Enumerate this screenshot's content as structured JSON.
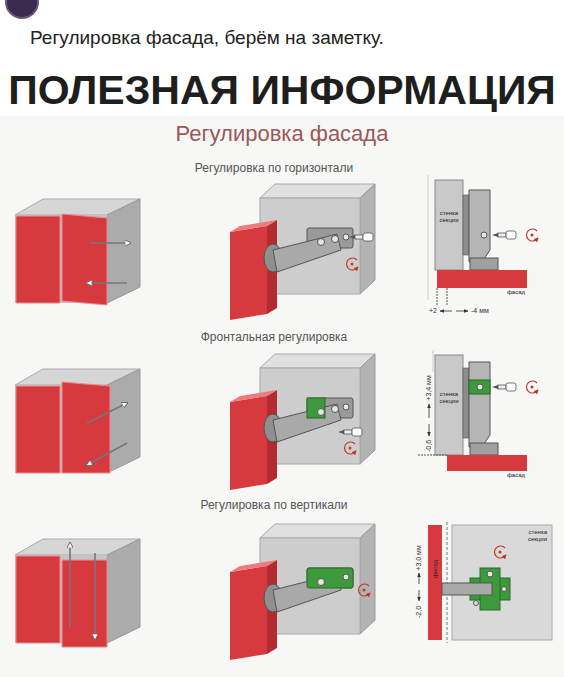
{
  "diagram": {
    "title": "Регулировка фасада",
    "nodes": [
      {
        "text": [
          "стенка секции"
        ]
      },
      {
        "text": [
          "фасад"
        ]
      },
      {
        "text": [
          "стенка секции"
        ]
      },
      {
        "text": [
          "фасад"
        ]
      },
      {
        "text": [
          "стенка секции"
        ]
      },
      {
        "text": [
          "фасад"
        ]
      }
    ],
    "labels": [
      "Регулировка фасада, берём на заметку.",
      "ПОЛЕЗНАЯ ИНФОРМАЦИЯ",
      "Регулировка по горизонтали",
      "+2",
      "-4 мм",
      "Фронтальная регулировка",
      "-0,6",
      "+3,4 мм",
      "Регулировка по вертикали",
      "-2,0",
      "+3,0 мм"
    ]
  }
}
